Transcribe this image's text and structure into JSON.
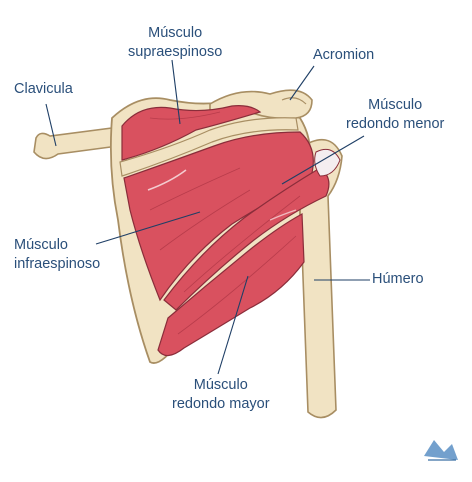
{
  "labels": {
    "supraespinoso": {
      "line1": "Músculo",
      "line2": "supraespinoso"
    },
    "acromion": {
      "text": "Acromion"
    },
    "clavicula": {
      "text": "Clavicula"
    },
    "redondo_menor": {
      "line1": "Músculo",
      "line2": "redondo menor"
    },
    "infraespinoso": {
      "line1": "Músculo",
      "line2": "infraespinoso"
    },
    "humero": {
      "text": "Húmero"
    },
    "redondo_mayor": {
      "line1": "Músculo",
      "line2": "redondo mayor"
    }
  },
  "colors": {
    "label_text": "#2a4f7a",
    "leader_line": "#1f3f66",
    "bone_fill": "#f1e3c3",
    "bone_outline": "#a88e63",
    "muscle_fill": "#d9515f",
    "muscle_dark": "#b83c4b",
    "muscle_outline": "#8a2d3a",
    "tendon_fill": "#f4eef0"
  },
  "icons": {
    "watermark": "corner-logo-icon"
  }
}
